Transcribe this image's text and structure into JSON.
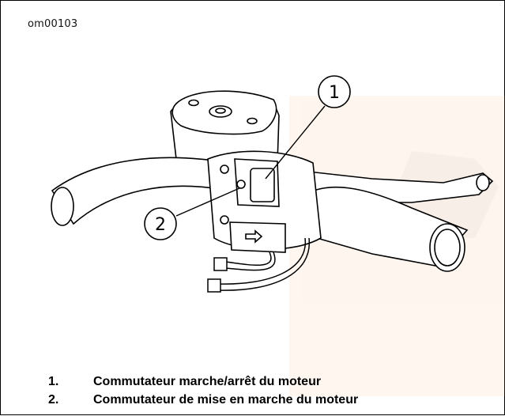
{
  "figure": {
    "id": "om00103"
  },
  "callouts": [
    {
      "number": "1"
    },
    {
      "number": "2"
    }
  ],
  "legend": [
    {
      "number": "1.",
      "text": "Commutateur marche/arrêt du moteur"
    },
    {
      "number": "2.",
      "text": "Commutateur de mise en marche du moteur"
    }
  ]
}
